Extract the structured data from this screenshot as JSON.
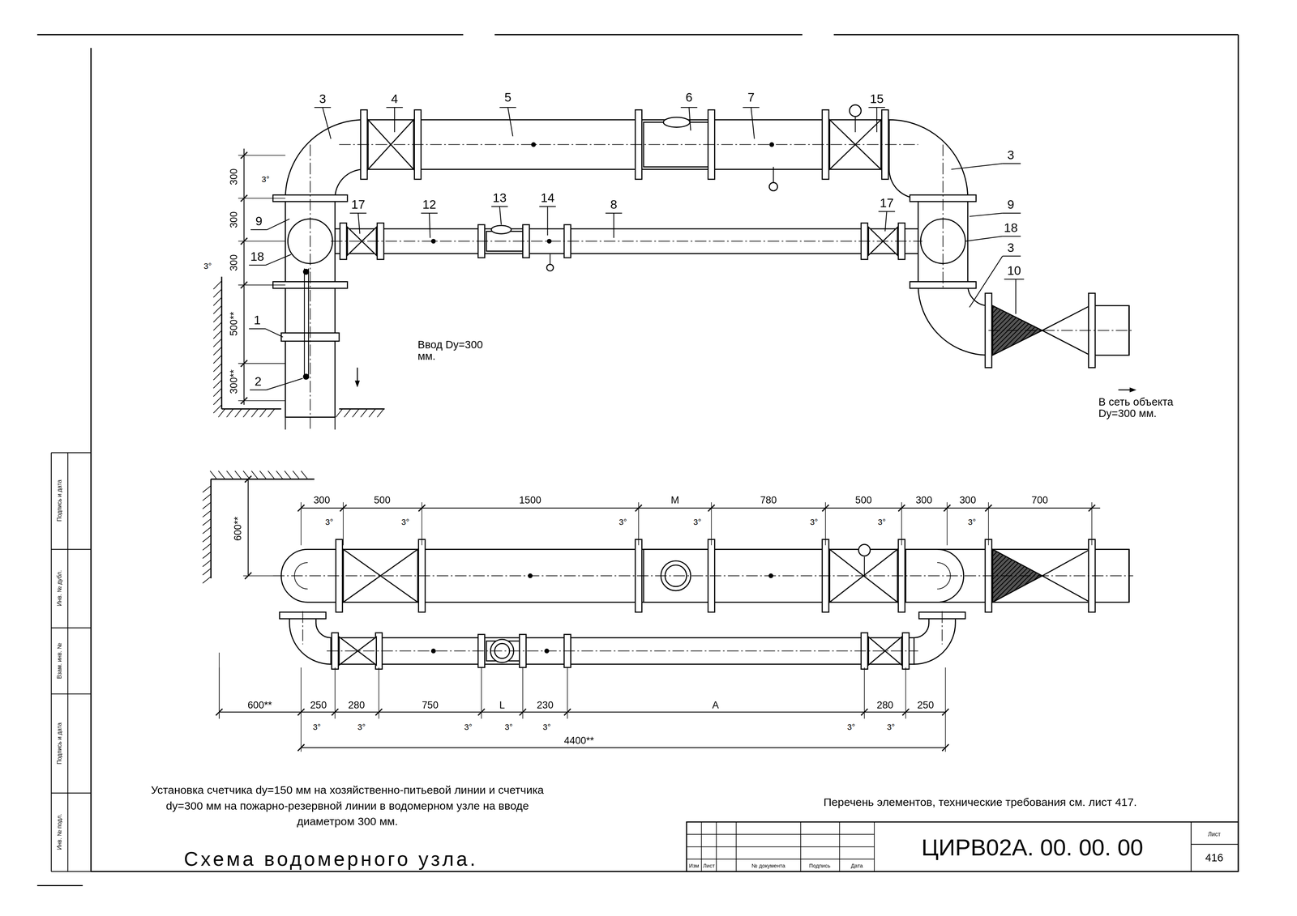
{
  "diagram": {
    "title": "Схема водомерного узла.",
    "caption": "Установка счетчика dy=150 мм на хозяйственно-питьевой линии и счетчика dy=300 мм на пожарно-резервной линии в водомерном узле на вводе диаметром 300 мм.",
    "labels": [
      "3",
      "4",
      "5",
      "6",
      "7",
      "15",
      "3",
      "17",
      "12",
      "13",
      "14",
      "8",
      "17",
      "9",
      "18",
      "3",
      "10",
      "9",
      "18",
      "1",
      "2",
      "300",
      "300",
      "300",
      "500**",
      "300**",
      "3°",
      "3°",
      "Ввод Dy=300 мм.",
      "В сеть объекта Dy=300 мм.",
      "600**",
      "300",
      "500",
      "1500",
      "M",
      "780",
      "500",
      "300",
      "300",
      "700",
      "3°",
      "3°",
      "3°",
      "3°",
      "3°",
      "3°",
      "3°",
      "600**",
      "250",
      "280",
      "750",
      "L",
      "230",
      "A",
      "280",
      "250",
      "3°",
      "3°",
      "3°",
      "3°",
      "3°",
      "3°",
      "3°",
      "4400**",
      "Перечень элементов, технические требования см. лист 417.",
      "ЦИРВ02А. 00. 00. 00",
      "Лист",
      "416",
      "Изм",
      "Лист",
      "№ документа",
      "Подпись",
      "Дата",
      "Подпись и дата",
      "Инв. № дубл.",
      "Взам. инв. №",
      "Подпись и дата",
      "Инв. № подл."
    ]
  }
}
